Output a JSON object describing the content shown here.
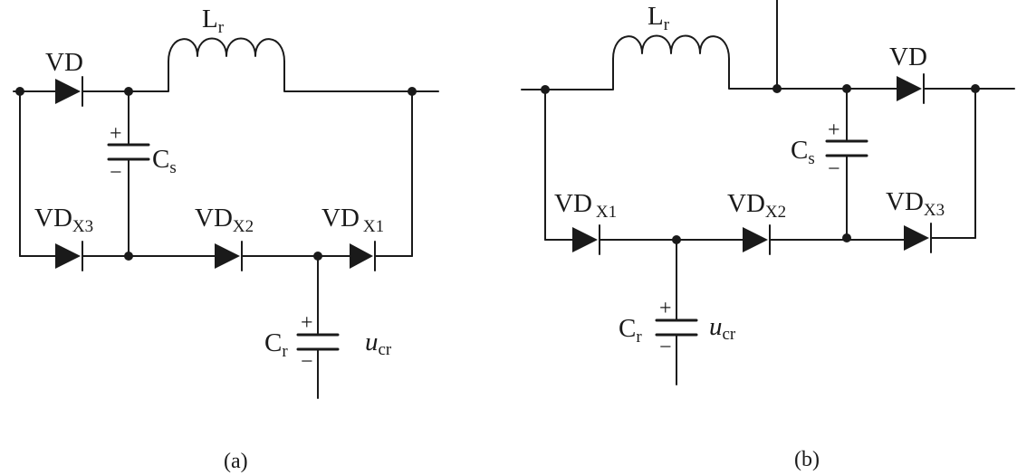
{
  "figure_a": {
    "caption": "(a)",
    "labels": {
      "vd_main": "VD",
      "lr_main": "L",
      "lr_sub": "r",
      "cs_main": "C",
      "cs_sub": "s",
      "vdx3_main": "VD",
      "vdx3_sub": "X3",
      "vdx2_main": "VD",
      "vdx2_sub": "X2",
      "vdx1_main": "VD",
      "vdx1_sub": "X1",
      "cr_main": "C",
      "cr_sub": "r",
      "ucr_main": "u",
      "ucr_sub": "cr",
      "plus": "+",
      "minus": "−"
    }
  },
  "figure_b": {
    "caption": "(b)",
    "labels": {
      "lr_main": "L",
      "lr_sub": "r",
      "vd_main": "VD",
      "cs_main": "C",
      "cs_sub": "s",
      "vdx1_main": "VD",
      "vdx1_sub": "X1",
      "vdx2_main": "VD",
      "vdx2_sub": "X2",
      "vdx3_main": "VD",
      "vdx3_sub": "X3",
      "cr_main": "C",
      "cr_sub": "r",
      "ucr_main": "u",
      "ucr_sub": "cr",
      "plus": "+",
      "minus": "−"
    }
  }
}
